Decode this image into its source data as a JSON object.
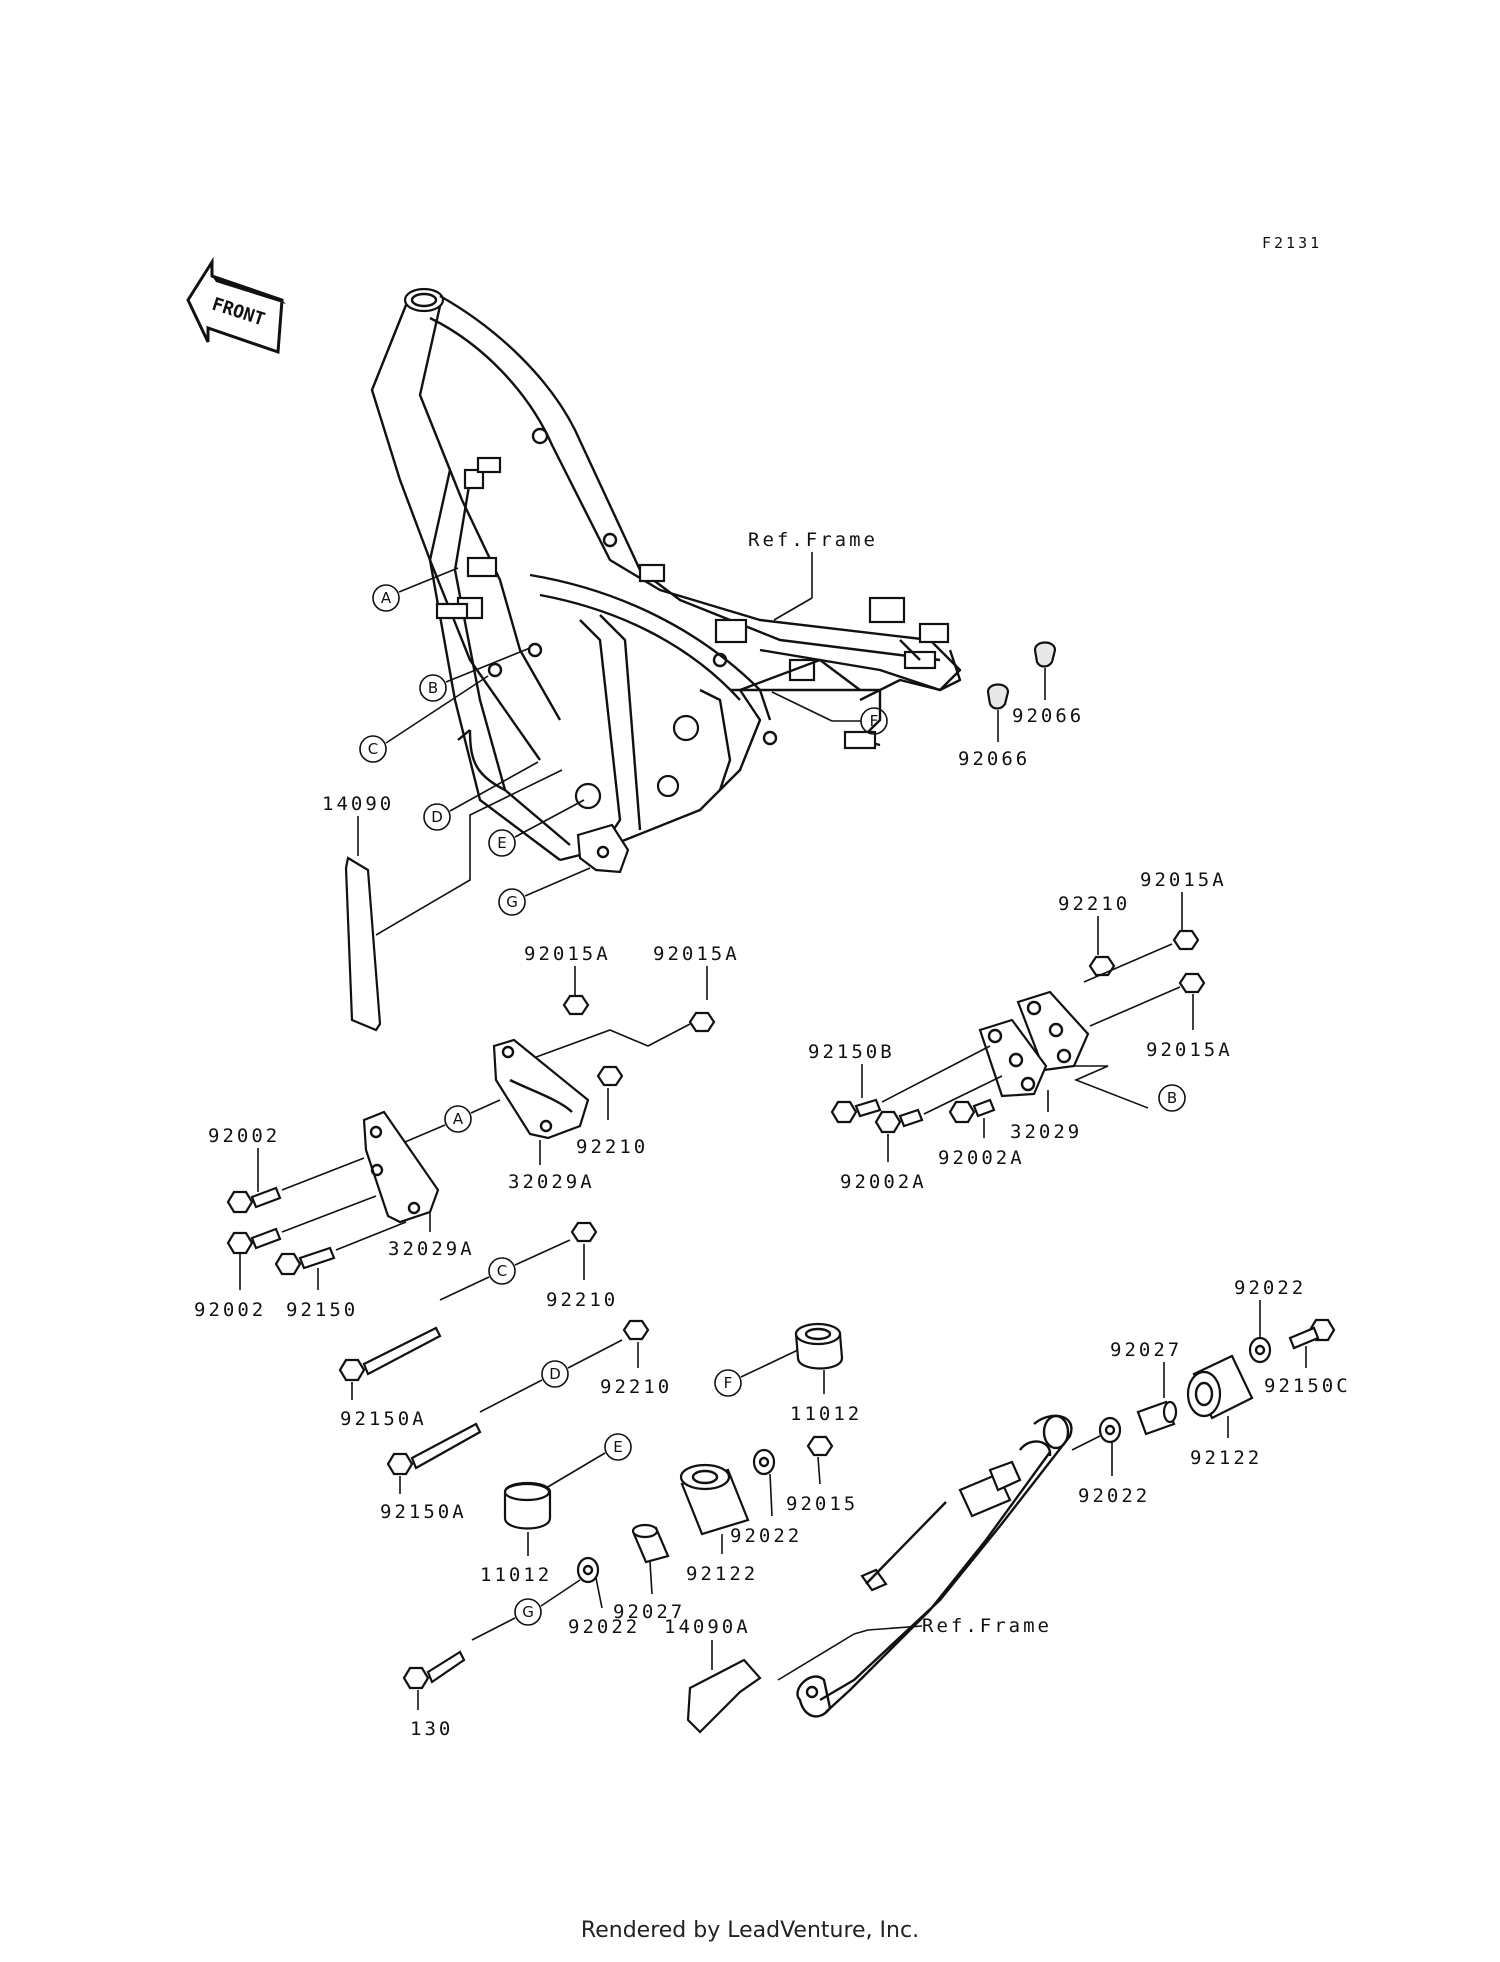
{
  "diagram_code": "F2131",
  "front_label": "FRONT",
  "footer": "Rendered by LeadVenture, Inc.",
  "ref_frame_top": "Ref.Frame",
  "ref_frame_bottom": "Ref.Frame",
  "callouts": {
    "A": "A",
    "B": "B",
    "C": "C",
    "D": "D",
    "E": "E",
    "F": "F",
    "G": "G"
  },
  "parts": {
    "p14090": "14090",
    "p14090A": "14090A",
    "p92066a": "92066",
    "p92066b": "92066",
    "p92015A_1": "92015A",
    "p92015A_2": "92015A",
    "p92015A_3": "92015A",
    "p92015A_4": "92015A",
    "p92210_1": "92210",
    "p92210_2": "92210",
    "p92210_3": "92210",
    "p92210_4": "92210",
    "p92002_1": "92002",
    "p92002_2": "92002",
    "p92150": "92150",
    "p32029A_1": "32029A",
    "p32029A_2": "32029A",
    "p92150B": "92150B",
    "p92002A_1": "92002A",
    "p92002A_2": "92002A",
    "p32029": "32029",
    "p92150A_1": "92150A",
    "p92150A_2": "92150A",
    "p11012_1": "11012",
    "p11012_2": "11012",
    "p92015": "92015",
    "p92022_1": "92022",
    "p92022_2": "92022",
    "p92022_3": "92022",
    "p92022_4": "92022",
    "p92122_1": "92122",
    "p92122_2": "92122",
    "p92027_1": "92027",
    "p92027_2": "92027",
    "p92150C": "92150C",
    "p130": "130"
  }
}
